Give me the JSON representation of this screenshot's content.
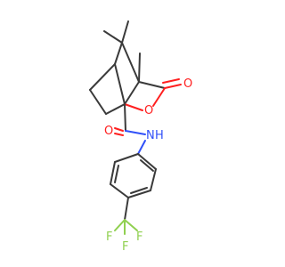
{
  "molecule": {
    "atoms": {
      "ring_oxygen": "O",
      "carbonyl_oxygen": "O",
      "amide_oxygen": "O",
      "amide_nitrogen": "N",
      "amide_hydrogen": "H",
      "fluorine_1": "F",
      "fluorine_2": "F",
      "fluorine_3": "F"
    },
    "colors": {
      "carbon_bond": "#3a3a3a",
      "oxygen": "#ff1f1f",
      "nitrogen": "#3050f8",
      "fluorine": "#90d050",
      "background": "#ffffff"
    }
  }
}
